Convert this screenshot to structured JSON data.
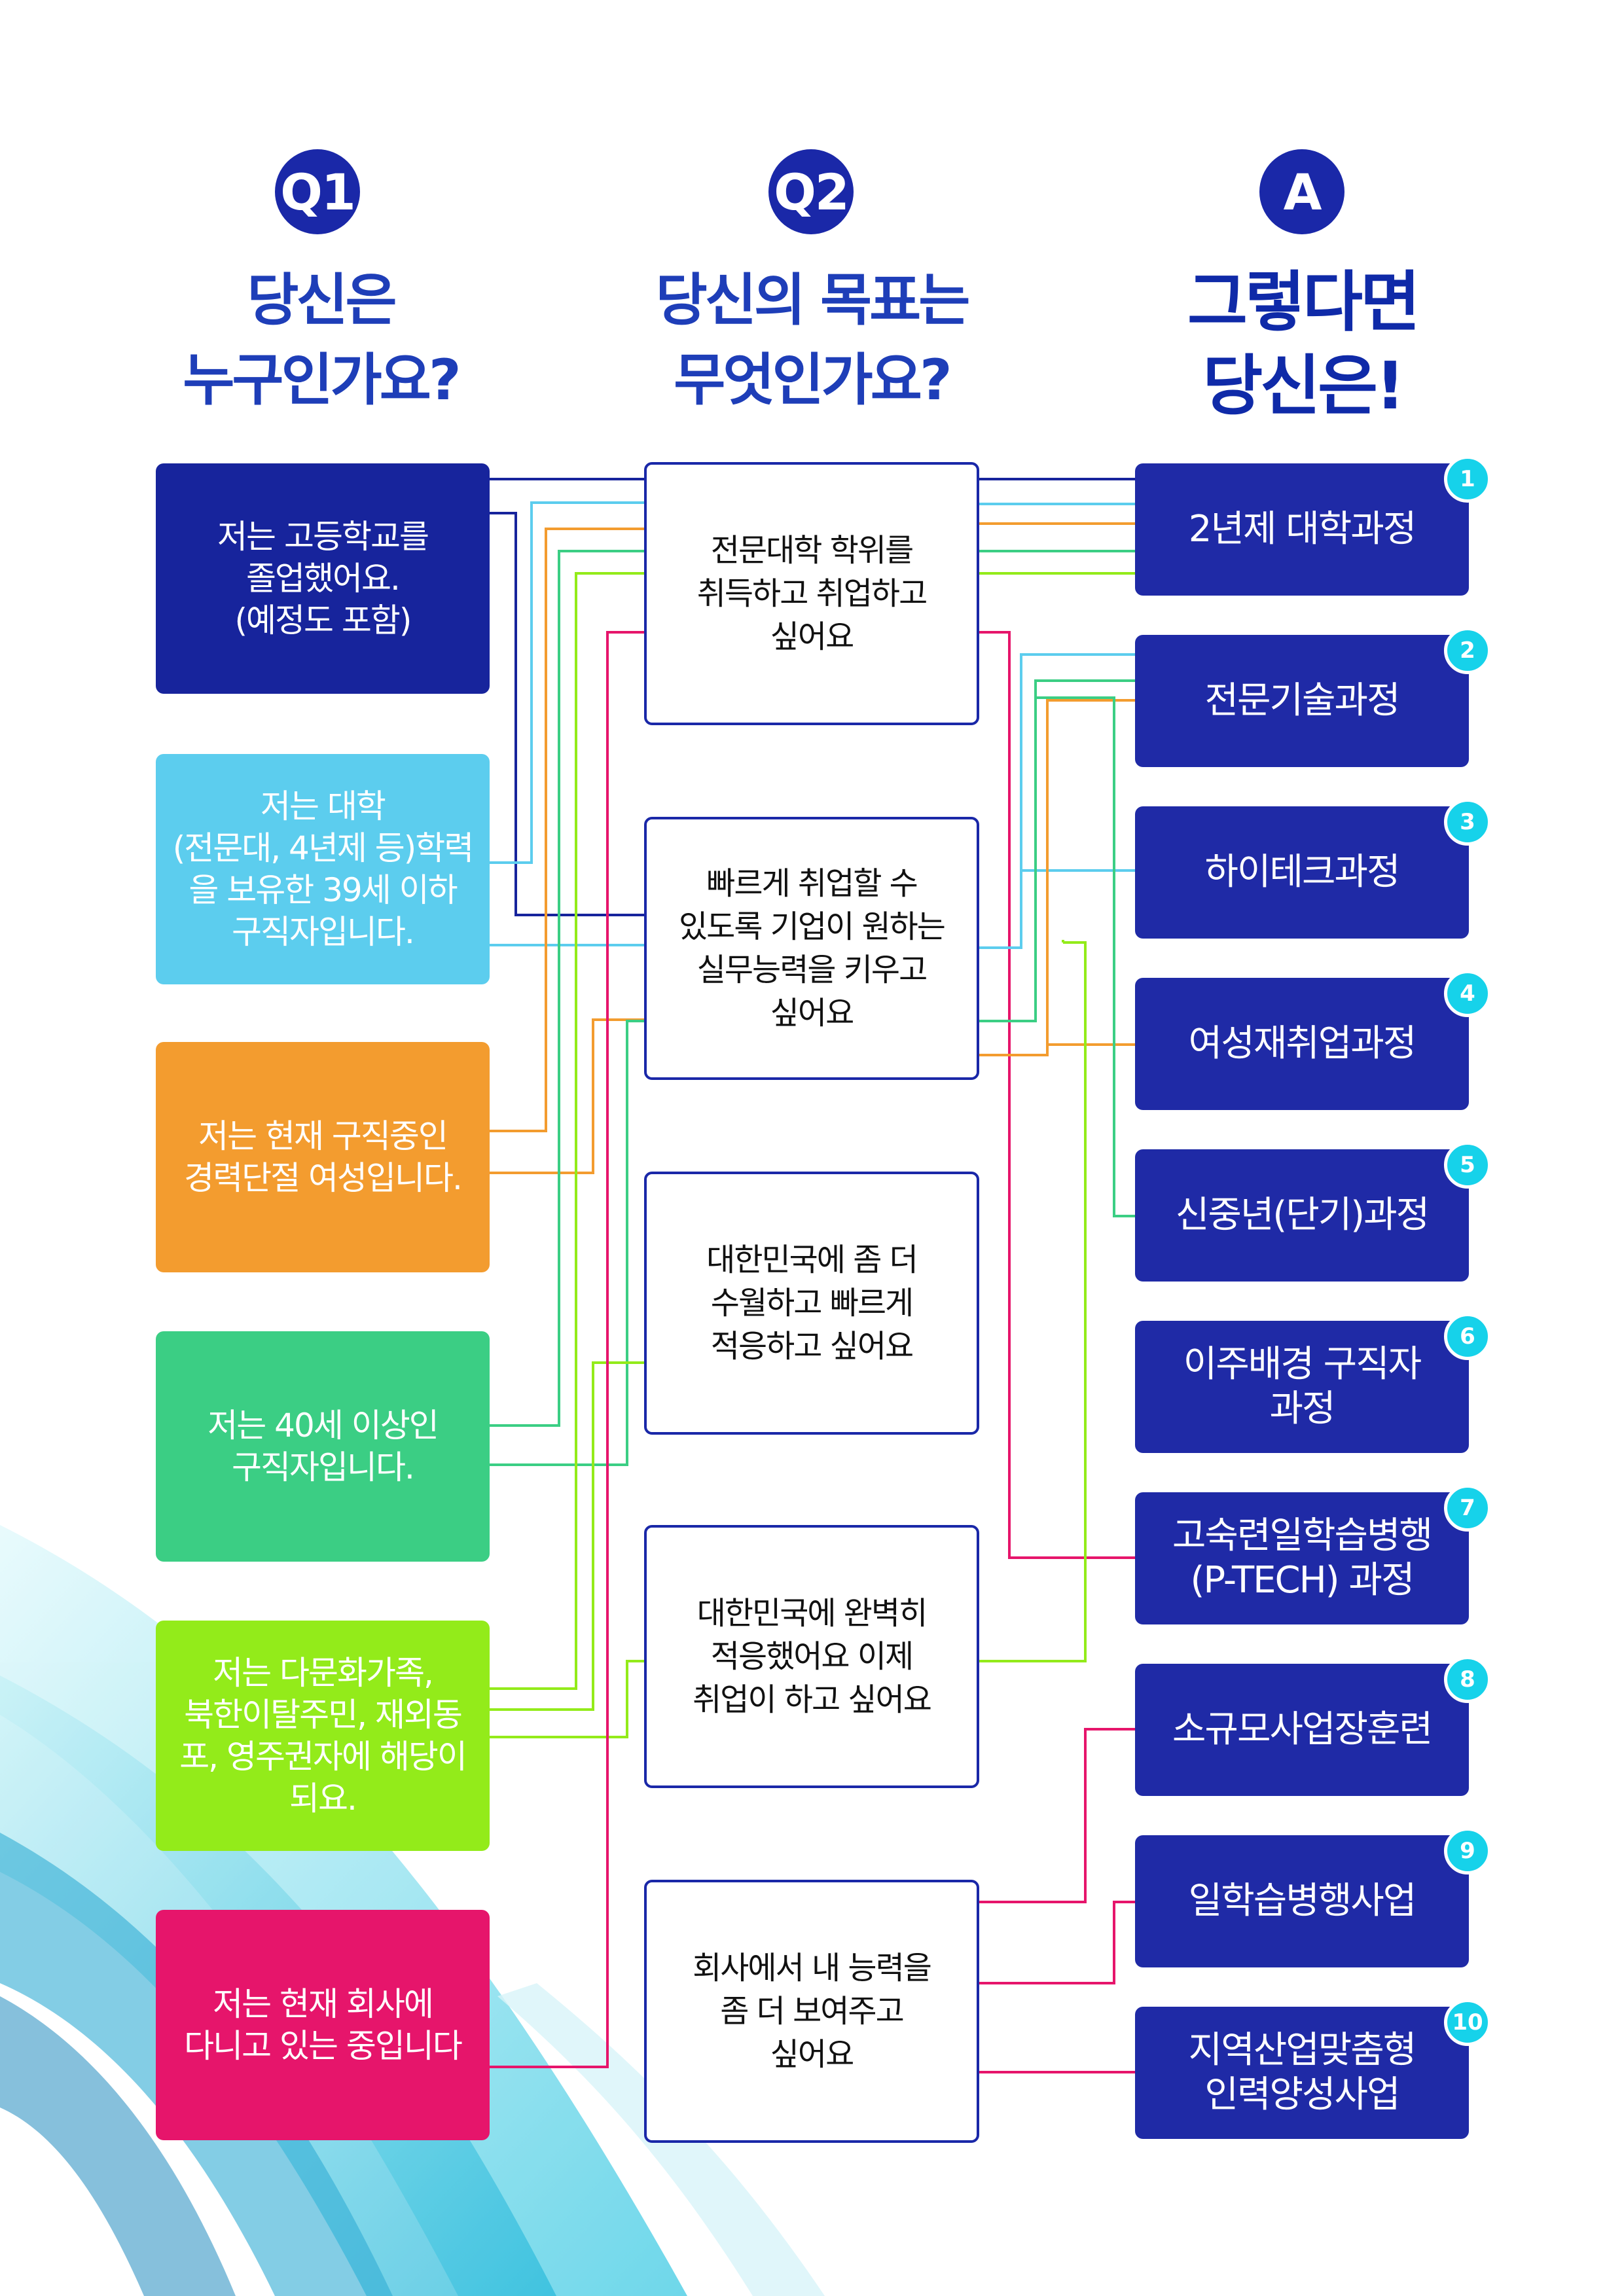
{
  "headers": {
    "q1": {
      "badge": "Q1",
      "title": "당신은\n누구인가요?"
    },
    "q2": {
      "badge": "Q2",
      "title": "당신의 목표는\n무엇인가요?"
    },
    "a": {
      "badge": "A",
      "title": "그렇다면\n당신은!"
    }
  },
  "who": [
    {
      "text": "저는 고등학교를\n졸업했어요.\n(예정도 포함)",
      "color": "#17249c"
    },
    {
      "text": "저는 대학\n(전문대, 4년제 등)학력\n을 보유한 39세 이하\n구직자입니다.",
      "color": "#5ccdee"
    },
    {
      "text": "저는 현재 구직중인\n경력단절 여성입니다.",
      "color": "#f39c2f"
    },
    {
      "text": "저는 40세 이상인\n구직자입니다.",
      "color": "#3bce84"
    },
    {
      "text": "저는 다문화가족,\n북한이탈주민, 재외동\n포, 영주권자에 해당이\n되요.",
      "color": "#93eb1a"
    },
    {
      "text": "저는 현재 회사에\n다니고 있는 중입니다",
      "color": "#e6156b"
    }
  ],
  "goals": [
    "전문대학 학위를\n취득하고 취업하고\n싶어요",
    "빠르게 취업할 수\n있도록 기업이 원하는\n실무능력을 키우고\n싶어요",
    "대한민국에 좀 더\n수월하고 빠르게\n적응하고 싶어요",
    "대한민국에 완벽히\n적응했어요 이제\n취업이 하고 싶어요",
    "회사에서 내 능력을\n좀 더 보여주고\n싶어요"
  ],
  "answers": [
    {
      "num": "1",
      "text": "2년제 대학과정"
    },
    {
      "num": "2",
      "text": "전문기술과정"
    },
    {
      "num": "3",
      "text": "하이테크과정"
    },
    {
      "num": "4",
      "text": "여성재취업과정"
    },
    {
      "num": "5",
      "text": "신중년(단기)과정"
    },
    {
      "num": "6",
      "text": "이주배경 구직자\n과정"
    },
    {
      "num": "7",
      "text": "고숙련일학습병행\n(P-TECH) 과정"
    },
    {
      "num": "8",
      "text": "소규모사업장훈련"
    },
    {
      "num": "9",
      "text": "일학습병행사업"
    },
    {
      "num": "10",
      "text": "지역산업맞춤형\n인력양성사업"
    }
  ],
  "colors": {
    "navy": "#17249c",
    "sky": "#5ccdee",
    "orange": "#f39c2f",
    "green": "#3bce84",
    "lime": "#93eb1a",
    "pink": "#e6156b",
    "badge": "#16d2ea"
  }
}
